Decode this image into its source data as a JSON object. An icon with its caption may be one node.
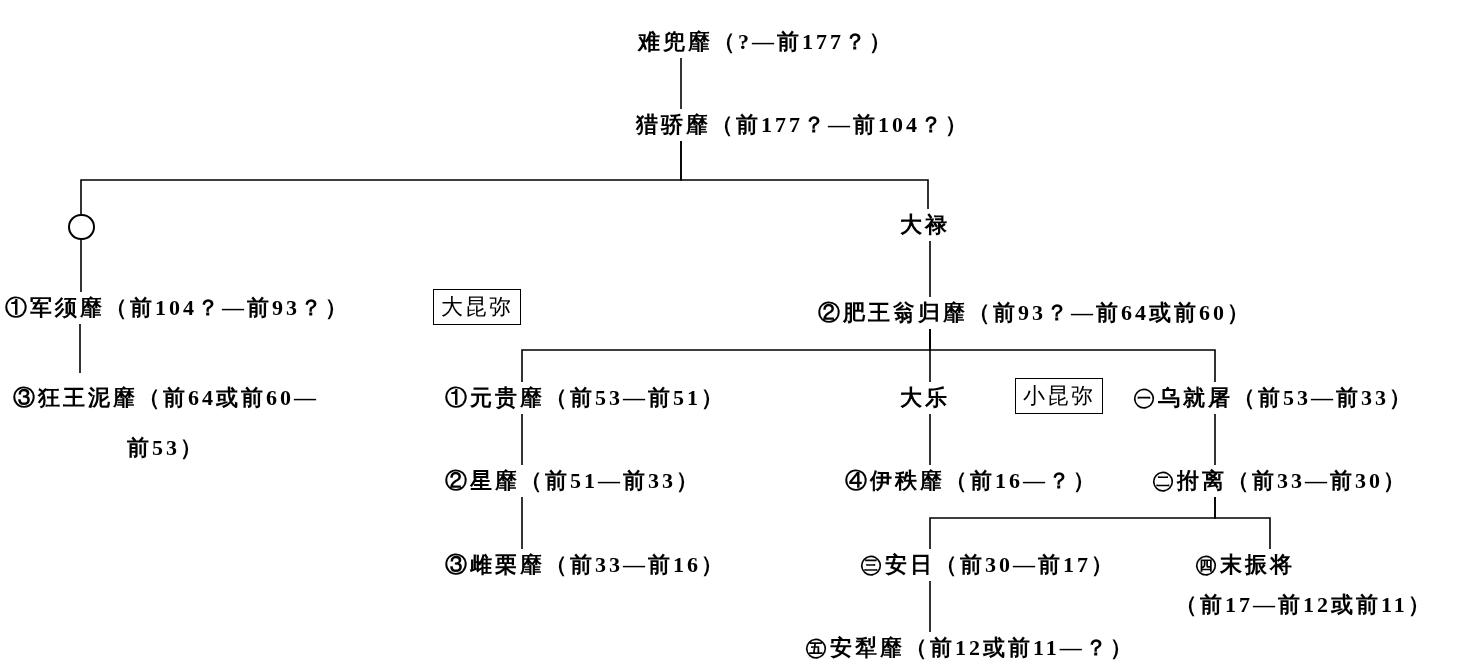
{
  "diagram": {
    "nodes": [
      {
        "text": [
          "难兜靡（?—前177？）"
        ]
      },
      {
        "text": [
          "猎骄靡（前177？—前104？）"
        ]
      },
      {
        "text": [],
        "shape": "circle"
      },
      {
        "text": [
          "大禄"
        ]
      },
      {
        "text": [
          "①军须靡（前104？—前93？）"
        ]
      },
      {
        "text": [
          "大昆弥"
        ]
      },
      {
        "text": [
          "②肥王翁归靡（前93？—前64或前60）"
        ]
      },
      {
        "text": [
          "③狂王泥靡（前64或前60—前53）"
        ]
      },
      {
        "text": [
          "①元贵靡（前53—前51）"
        ]
      },
      {
        "text": [
          "大乐"
        ]
      },
      {
        "text": [
          "小昆弥"
        ]
      },
      {
        "text": [
          "㊀乌就屠（前53—前33）"
        ]
      },
      {
        "text": [
          "②星靡（前51—前33）"
        ]
      },
      {
        "text": [
          "④伊秩靡（前16—？）"
        ]
      },
      {
        "text": [
          "㊁拊离（前33—前30）"
        ]
      },
      {
        "text": [
          "③雌栗靡（前33—前16）"
        ]
      },
      {
        "text": [
          "㊂安日（前30—前17）"
        ]
      },
      {
        "text": [
          "㊃末振将",
          "（前17—前12或前11）"
        ]
      },
      {
        "text": [
          "㊄安犁靡（前12或前11—？）"
        ]
      }
    ],
    "edges": [
      {
        "from": 0,
        "to": 1,
        "arrow": "none"
      },
      {
        "from": 1,
        "to": 2,
        "arrow": "none"
      },
      {
        "from": 1,
        "to": 3,
        "arrow": "none"
      },
      {
        "from": 2,
        "to": 4,
        "arrow": "none"
      },
      {
        "from": 4,
        "to": 7,
        "arrow": "none"
      },
      {
        "from": 3,
        "to": 6,
        "arrow": "none"
      },
      {
        "from": 6,
        "to": 8,
        "arrow": "none"
      },
      {
        "from": 6,
        "to": 9,
        "arrow": "none"
      },
      {
        "from": 6,
        "to": 11,
        "arrow": "none"
      },
      {
        "from": 8,
        "to": 12,
        "arrow": "none"
      },
      {
        "from": 12,
        "to": 15,
        "arrow": "none"
      },
      {
        "from": 9,
        "to": 13,
        "arrow": "none"
      },
      {
        "from": 11,
        "to": 14,
        "arrow": "none"
      },
      {
        "from": 14,
        "to": 16,
        "arrow": "none"
      },
      {
        "from": 14,
        "to": 17,
        "arrow": "none"
      },
      {
        "from": 16,
        "to": 18,
        "arrow": "none"
      }
    ]
  }
}
